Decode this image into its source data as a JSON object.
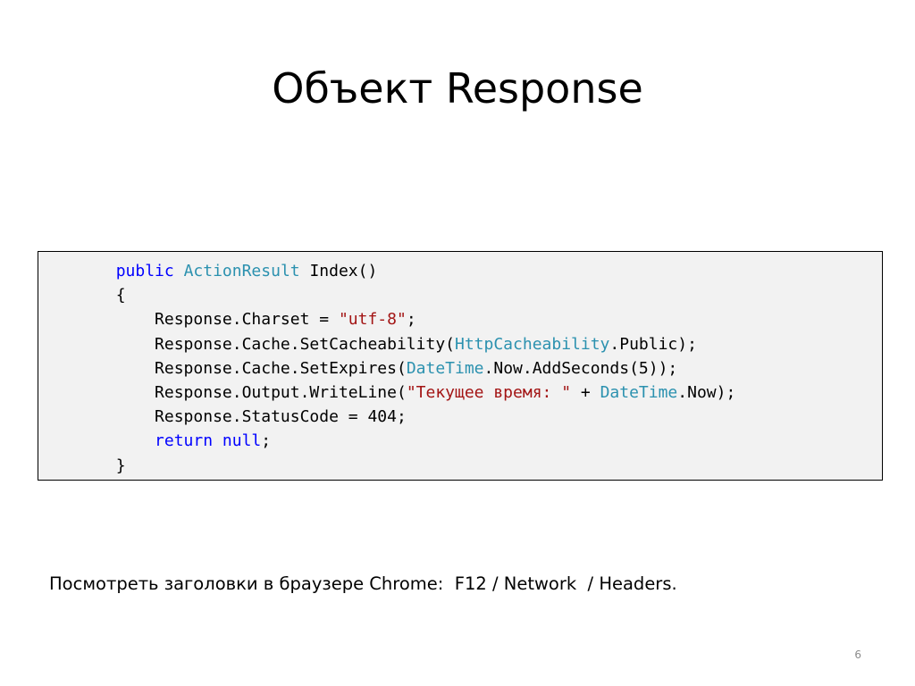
{
  "slide": {
    "title": "Объект Response",
    "page_number": "6",
    "note": "Посмотреть заголовки в браузере Chrome:  F12 / Network  / Headers."
  },
  "code": {
    "colors": {
      "keyword": "#0000ff",
      "type": "#2b91af",
      "string": "#a31515",
      "plain": "#000000",
      "background": "#f2f2f2"
    },
    "lines": [
      [
        {
          "t": "plain",
          "v": "        "
        },
        {
          "t": "kw",
          "v": "public"
        },
        {
          "t": "plain",
          "v": " "
        },
        {
          "t": "type",
          "v": "ActionResult"
        },
        {
          "t": "plain",
          "v": " Index()"
        }
      ],
      [
        {
          "t": "plain",
          "v": "        {"
        }
      ],
      [
        {
          "t": "plain",
          "v": "            Response.Charset = "
        },
        {
          "t": "str",
          "v": "\"utf-8\""
        },
        {
          "t": "plain",
          "v": ";"
        }
      ],
      [
        {
          "t": "plain",
          "v": "            Response.Cache.SetCacheability("
        },
        {
          "t": "type",
          "v": "HttpCacheability"
        },
        {
          "t": "plain",
          "v": ".Public);"
        }
      ],
      [
        {
          "t": "plain",
          "v": "            Response.Cache.SetExpires("
        },
        {
          "t": "type",
          "v": "DateTime"
        },
        {
          "t": "plain",
          "v": ".Now.AddSeconds(5));"
        }
      ],
      [
        {
          "t": "plain",
          "v": "            Response.Output.WriteLine("
        },
        {
          "t": "str",
          "v": "\"Текущее время: \""
        },
        {
          "t": "plain",
          "v": " + "
        },
        {
          "t": "type",
          "v": "DateTime"
        },
        {
          "t": "plain",
          "v": ".Now);"
        }
      ],
      [
        {
          "t": "plain",
          "v": "            Response.StatusCode = 404;"
        }
      ],
      [
        {
          "t": "plain",
          "v": "            "
        },
        {
          "t": "kw",
          "v": "return"
        },
        {
          "t": "plain",
          "v": " "
        },
        {
          "t": "kw",
          "v": "null"
        },
        {
          "t": "plain",
          "v": ";"
        }
      ],
      [
        {
          "t": "plain",
          "v": "        }"
        }
      ]
    ]
  }
}
